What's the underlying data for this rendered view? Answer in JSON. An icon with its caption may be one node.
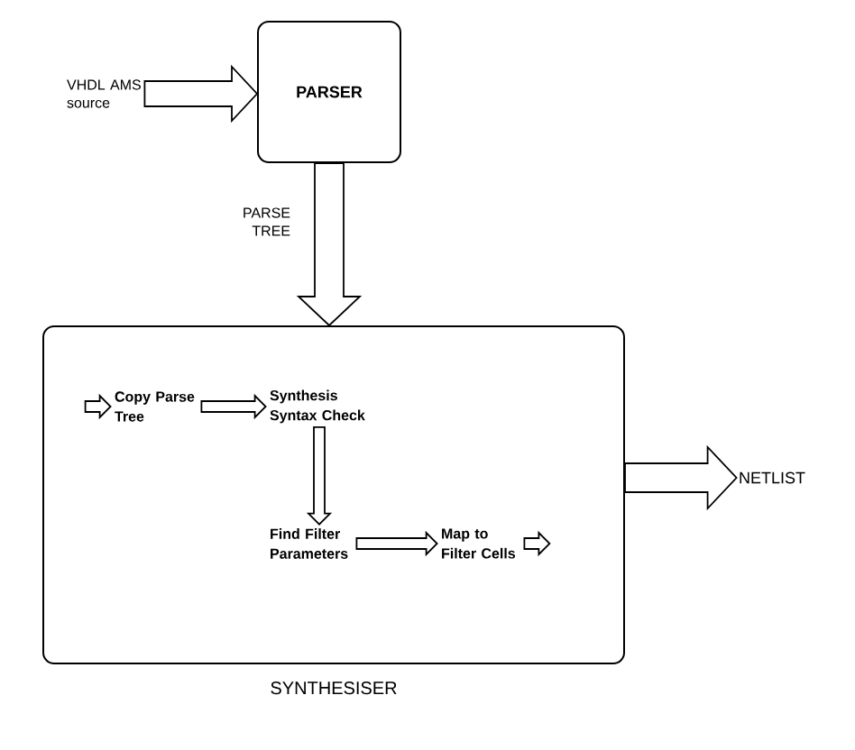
{
  "diagram": {
    "nodes": [
      {
        "text": [
          "VHDL AMS source"
        ]
      },
      {
        "text": [
          "PARSER"
        ]
      },
      {
        "text": [
          "SYNTHESISER"
        ]
      },
      {
        "text": [
          "Copy Parse Tree"
        ],
        "in": 2
      },
      {
        "text": [
          "Synthesis Syntax Check"
        ],
        "in": 2
      },
      {
        "text": [
          "Find Filter Parameters"
        ],
        "in": 2
      },
      {
        "text": [
          "Map to Filter Cells"
        ],
        "in": 2
      },
      {
        "text": [
          "NETLIST"
        ]
      }
    ],
    "edges": [
      {
        "from": 0,
        "to": 1,
        "arrow": "to"
      },
      {
        "from": 1,
        "to": 2,
        "arrow": "to",
        "label": "PARSE TREE"
      },
      {
        "from": null,
        "to": 3,
        "arrow": "to"
      },
      {
        "from": 3,
        "to": 4,
        "arrow": "to"
      },
      {
        "from": 4,
        "to": 5,
        "arrow": "to"
      },
      {
        "from": 5,
        "to": 6,
        "arrow": "to"
      },
      {
        "from": 6,
        "to": null,
        "arrow": "to"
      },
      {
        "from": 2,
        "to": 7,
        "arrow": "to"
      }
    ]
  }
}
